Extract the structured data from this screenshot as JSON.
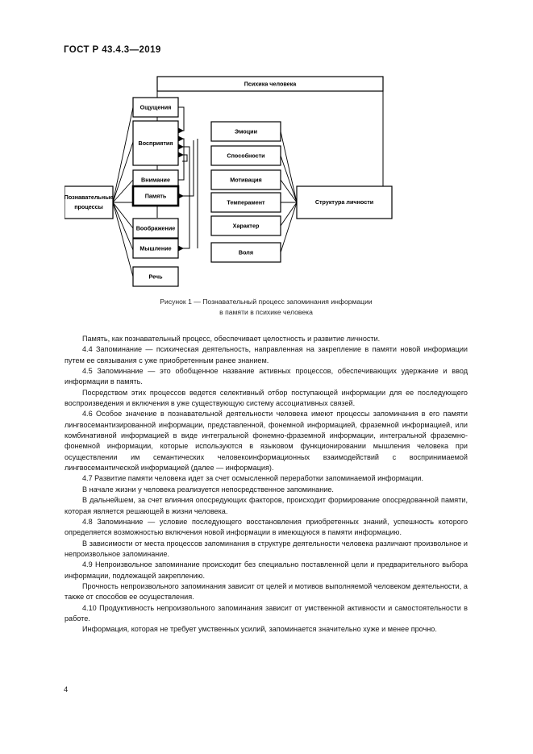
{
  "document": {
    "standard_header": "ГОСТ Р 43.4.3—2019",
    "page_number": "4"
  },
  "figure": {
    "caption_line1": "Рисунок 1 — Познавательный процесс запоминания информации",
    "caption_line2": "в памяти в психике человека",
    "top_box": "Психика человека",
    "left_side_box_line1": "Познавательные",
    "left_side_box_line2": "процессы",
    "right_side_box": "Структура личности",
    "cognitive_processes": [
      "Ощущения",
      "Восприятия",
      "Внимание",
      "Память",
      "Воображение",
      "Мышление",
      "Речь"
    ],
    "personality_structure": [
      "Эмоции",
      "Способности",
      "Мотивация",
      "Темперамент",
      "Характер",
      "Воля"
    ],
    "highlighted_box": "Память"
  },
  "body": {
    "paragraphs": [
      "Память, как познавательный процесс, обеспечивает целостность и развитие личности.",
      "4.4 Запоминание — психическая деятельность, направленная на закрепление в памяти новой информации путем ее связывания с уже приобретенным ранее знанием.",
      "4.5 Запоминание — это обобщенное название активных процессов, обеспечивающих удержание и ввод информации в память.",
      "Посредством этих процессов ведется селективный отбор поступающей информации для ее последующего воспроизведения и включения в уже существующую систему ассоциативных связей.",
      "4.6 Особое значение в познавательной деятельности человека имеют процессы запоминания в его памяти лингвосемантизированной информации, представленной, фонемной информацией, фраземной информацией, или комбинативной информацией в виде интегральной фонемно-фраземной информации, интегральной фраземно-фонемной информации, которые используются в языковом функционировании мышления человека при осуществлении им семантических человекоинформационных взаимодействий с воспринимаемой лингвосемантической информацией (далее — информация).",
      "4.7 Развитие памяти человека идет за счет осмысленной переработки запоминаемой информации.",
      "В начале жизни у человека реализуется непосредственное запоминание.",
      "В дальнейшем, за счет влияния опосредующих факторов, происходит формирование опосредованной памяти, которая является решающей в жизни человека.",
      "4.8 Запоминание — условие последующего восстановления приобретенных знаний, успешность которого определяется возможностью включения новой информации в имеющуюся в памяти информацию.",
      "В зависимости от места процессов запоминания в структуре деятельности человека различают произвольное и непроизвольное запоминание.",
      "4.9 Непроизвольное запоминание происходит без специально поставленной цели и предварительного выбора информации, подлежащей закреплению.",
      "Прочность непроизвольного запоминания зависит от целей и мотивов выполняемой человеком деятельности, а также от способов ее осуществления.",
      "4.10 Продуктивность непроизвольного запоминания зависит от умственной активности и самостоятельности в работе.",
      "Информация, которая не требует умственных усилий, запоминается значительно хуже и менее прочно."
    ]
  },
  "colors": {
    "ink": "#141414",
    "rule": "#000000",
    "background": "#ffffff"
  }
}
